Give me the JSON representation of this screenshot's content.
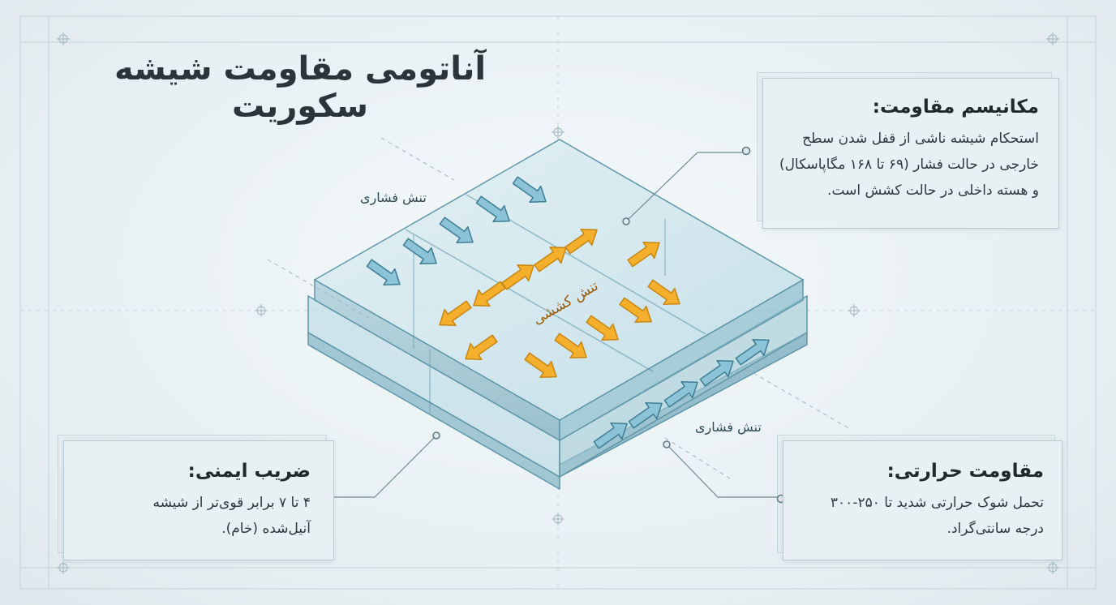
{
  "title": "آناتومی مقاومت شیشه سکوریت",
  "labels": {
    "compressive_top": "تنش فشاری",
    "compressive_bottom": "تنش فشاری",
    "tensile": "تنش کششی"
  },
  "cards": {
    "mechanism": {
      "heading": "مکانیسم مقاومت:",
      "lines": [
        "استحکام شیشه ناشی از قفل شدن سطح",
        "خارجی در حالت فشار (۶۹ تا ۱۶۸ مگاپاسکال)",
        "و هسته داخلی در حالت کشش است."
      ]
    },
    "thermal": {
      "heading": "مقاومت حرارتی:",
      "lines": [
        "تحمل شوک حرارتی شدید تا ۲۵۰-۳۰۰",
        "درجه سانتی‌گراد."
      ]
    },
    "safety": {
      "heading": "ضریب ایمنی:",
      "lines": [
        "۴ تا ۷ برابر قوی‌تر از شیشه",
        "آنیل‌شده (خام)."
      ]
    }
  },
  "colors": {
    "compression_arrow": "#8cc3d8",
    "tension_arrow": "#f4b02c",
    "glass_edge": "#5f97a8",
    "glass_fill": "#cfe5ec"
  }
}
